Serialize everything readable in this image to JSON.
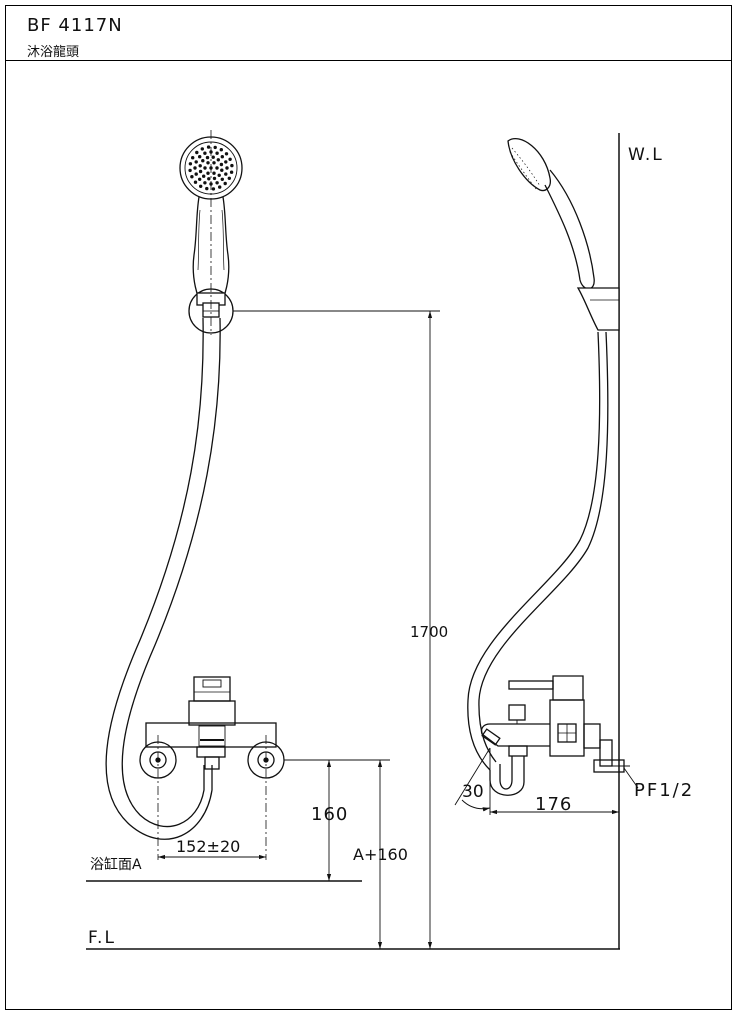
{
  "header": {
    "model": "BF 4117N",
    "product_name": "沐浴龍頭"
  },
  "labels": {
    "water_line": "W.L",
    "floor_line": "F.L",
    "bathtub_surface": "浴缸面A",
    "pipe_thread": "PF1/2"
  },
  "dimensions": {
    "height_total": "1700",
    "height_tub": "160",
    "height_a": "A+160",
    "center_distance": "152±20",
    "wall_projection": "176",
    "spout_angle": "30"
  }
}
